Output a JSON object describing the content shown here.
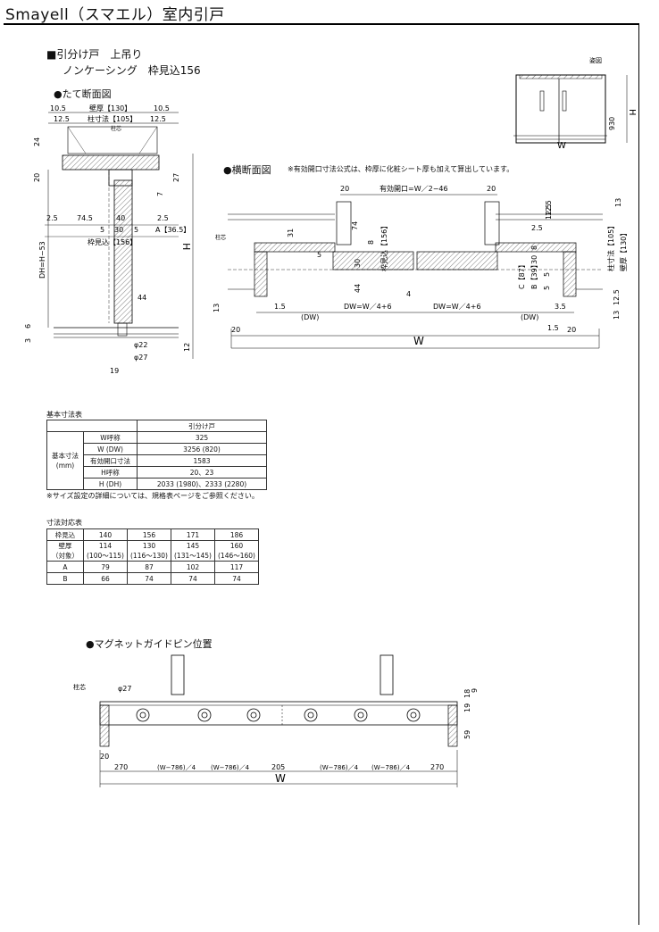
{
  "page": {
    "title": "Smayell（スマエル）室内引戸"
  },
  "spec": {
    "line1": "■引分け戸　上吊り",
    "line2": "ノンケーシング　枠見込156"
  },
  "figures": {
    "figure_label": "姿図",
    "vertical_section": "●たて断面図",
    "horizontal_section": "●横断面図",
    "horizontal_note": "※有効開口寸法公式は、枠厚に化粧シート厚も加えて算出しています。",
    "magnet_pin": "●マグネットガイドピン位置"
  },
  "elevation": {
    "w": "W",
    "h": "H",
    "d930": "930"
  },
  "vertical_dims": {
    "d10_5a": "10.5",
    "wall": "壁厚【130】",
    "d10_5b": "10.5",
    "d12_5a": "12.5",
    "post": "柱寸法【105】",
    "d12_5b": "12.5",
    "center": "柱芯",
    "d24": "24",
    "d20": "20",
    "d7": "7",
    "d27": "27",
    "d2_5a": "2.5",
    "d74_5": "74.5",
    "d40": "40",
    "d2_5b": "2.5",
    "d5a": "5",
    "d30": "30",
    "d5b": "5",
    "a36": "A【36.5】",
    "frame": "枠見込【156】",
    "h": "H",
    "dh": "DH=H−53",
    "d44": "44",
    "d6": "6",
    "d3": "3",
    "d12": "12",
    "phi22": "φ22",
    "phi27": "φ27",
    "d19": "19"
  },
  "horizontal_dims": {
    "d20a": "20",
    "opening": "有効開口=W／2−46",
    "d20b": "20",
    "d12_5": "12.5",
    "d13": "13",
    "d31": "31",
    "d74": "74",
    "d8": "8",
    "frame156": "枠見込【156】",
    "center": "柱芯",
    "post105": "柱寸法【105】",
    "wall130": "壁厚【130】",
    "d5": "5",
    "d30": "30",
    "d44": "44",
    "d4": "4",
    "c87": "C【87】",
    "b39": "B【39】",
    "d30b": "30",
    "d8b": "8",
    "d5b": "5",
    "d5c": "5",
    "d2_5": "2.5",
    "d12_5b": "12.5",
    "d12_5c": "12.5",
    "d13b": "13",
    "d13c": "13",
    "d1_5a": "1.5",
    "dw_paren_a": "(DW)",
    "dw1": "DW=W／4+6",
    "dw2": "DW=W／4+6",
    "dw_paren_b": "(DW)",
    "d3_5": "3.5",
    "d1_5b": "1.5",
    "d20c": "20",
    "d20d": "20",
    "w": "W"
  },
  "basic_table": {
    "title": "基本寸法表",
    "header": "引分け戸",
    "row_group": "基本寸法",
    "row_group_unit": "(mm)",
    "rows": [
      {
        "label": "W呼称",
        "value": "325"
      },
      {
        "label": "W (DW)",
        "value": "3256 (820)"
      },
      {
        "label": "有効開口寸法",
        "value": "1583"
      },
      {
        "label": "H呼称",
        "value": "20、23"
      },
      {
        "label": "H (DH)",
        "value": "2033 (1980)、2333 (2280)"
      }
    ],
    "note": "※サイズ設定の詳細については、規格表ページをご参照ください。"
  },
  "dim_table": {
    "title": "寸法対応表",
    "header": [
      "枠見込",
      "140",
      "156",
      "171",
      "186"
    ],
    "wall_label": "壁厚",
    "wall_sub": "（対象）",
    "wall_values": [
      "114",
      "130",
      "145",
      "160"
    ],
    "wall_ranges": [
      "(100〜115)",
      "(116〜130)",
      "(131〜145)",
      "(146〜160)"
    ],
    "a_row": [
      "A",
      "79",
      "87",
      "102",
      "117"
    ],
    "b_row": [
      "B",
      "66",
      "74",
      "74",
      "74"
    ]
  },
  "magnet": {
    "center": "柱芯",
    "phi27": "φ27",
    "d18": "18",
    "d19": "19",
    "d9": "9",
    "d59": "59",
    "d20": "20",
    "spans": [
      "270",
      "(W−786)／4",
      "(W−786)／4",
      "205",
      "(W−786)／4",
      "(W−786)／4",
      "270"
    ],
    "w": "W"
  },
  "colors": {
    "line": "#000000",
    "hatch": "#444444",
    "paper": "#ffffff"
  }
}
